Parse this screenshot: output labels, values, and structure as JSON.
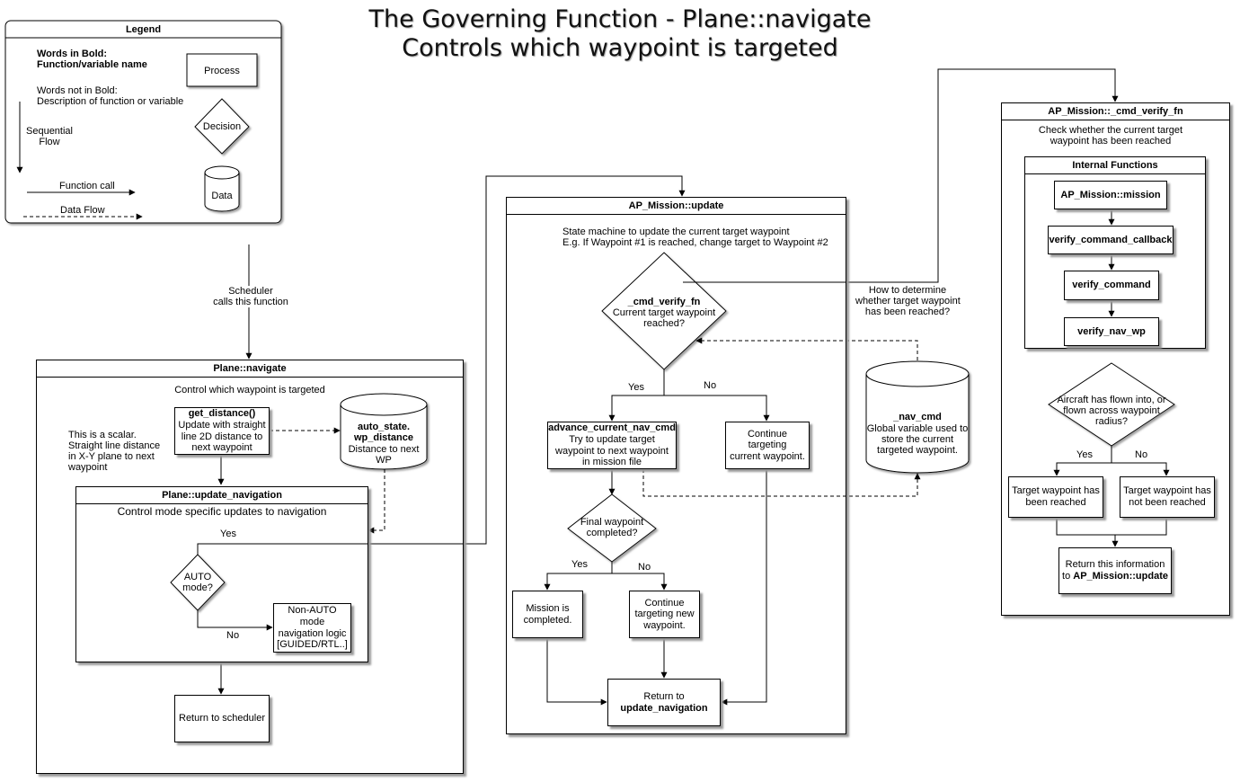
{
  "title": {
    "line1": "The Governing Function - Plane::navigate",
    "line2": "Controls which waypoint is targeted"
  },
  "legend": {
    "header": "Legend",
    "bold_words_1": "Words in Bold:",
    "bold_words_2": "Function/variable name",
    "plain_words_1": "Words not in Bold:",
    "plain_words_2": "Description of function or variable",
    "process": "Process",
    "decision": "Decision",
    "sequential_1": "Sequential",
    "sequential_2": "Flow",
    "function_call": "Function call",
    "data_flow": "Data Flow",
    "data": "Data"
  },
  "scheduler": {
    "line1": "Scheduler",
    "line2": "calls this function"
  },
  "navigate": {
    "header": "Plane::navigate",
    "subtitle": "Control which waypoint is targeted",
    "scalar_note_1": "This is a scalar.",
    "scalar_note_2": "Straight line distance",
    "scalar_note_3": "in X-Y plane to next",
    "scalar_note_4": "waypoint",
    "get_distance_name": "get_distance()",
    "get_distance_1": "Update with straight",
    "get_distance_2": "line 2D distance to",
    "get_distance_3": "next waypoint",
    "wp_distance_1": "auto_state.",
    "wp_distance_2": "wp_distance",
    "wp_distance_3": "Distance to next",
    "wp_distance_4": "WP",
    "update_nav_header": "Plane::update_navigation",
    "update_nav_subtitle": "Control mode specific updates to navigation",
    "auto_1": "AUTO",
    "auto_2": "mode?",
    "yes": "Yes",
    "no": "No",
    "non_auto_1": "Non-AUTO mode",
    "non_auto_2": "navigation logic",
    "non_auto_3": "[GUIDED/RTL..]",
    "return": "Return to scheduler"
  },
  "mission_update": {
    "header": "AP_Mission::update",
    "desc_1": "State machine to update the current target waypoint",
    "desc_2": "E.g. If Waypoint #1 is reached, change target to Waypoint #2",
    "verify_name": "_cmd_verify_fn",
    "verify_1": "Current target waypoint",
    "verify_2": "reached?",
    "yes": "Yes",
    "no": "No",
    "advance_name": "advance_current_nav_cmd",
    "advance_1": "Try to update target",
    "advance_2": "waypoint to next waypoint",
    "advance_3": "in mission file",
    "continue_1": "Continue targeting",
    "continue_2": "current waypoint.",
    "final_1": "Final waypoint",
    "final_2": "completed?",
    "yes2": "Yes",
    "no2": "No",
    "completed_1": "Mission is",
    "completed_2": "completed.",
    "continue_new_1": "Continue",
    "continue_new_2": "targeting new",
    "continue_new_3": "waypoint.",
    "return_1": "Return to",
    "return_2": "update_navigation"
  },
  "how_to": {
    "line1": "How to determine",
    "line2": "whether target waypoint",
    "line3": "has been reached?"
  },
  "nav_cmd": {
    "name": "_nav_cmd",
    "line1": "Global variable used to",
    "line2": "store the current",
    "line3": "targeted waypoint."
  },
  "verify_fn": {
    "header": "AP_Mission::_cmd_verify_fn",
    "desc_1": "Check whether the current target",
    "desc_2": "waypoint has been reached",
    "internal_header": "Internal Functions",
    "f1": "AP_Mission::mission",
    "f2": "verify_command_callback",
    "f3": "verify_command",
    "f4": "verify_nav_wp",
    "decision_1": "Aircraft has flown into, or",
    "decision_2": "flown across waypoint",
    "decision_3": "radius?",
    "yes": "Yes",
    "no": "No",
    "reached_1": "Target waypoint has",
    "reached_2": "been reached",
    "not_reached_1": "Target waypoint has",
    "not_reached_2": "not been reached",
    "return_1": "Return this information",
    "return_2": "to ",
    "return_3": "AP_Mission::update"
  }
}
